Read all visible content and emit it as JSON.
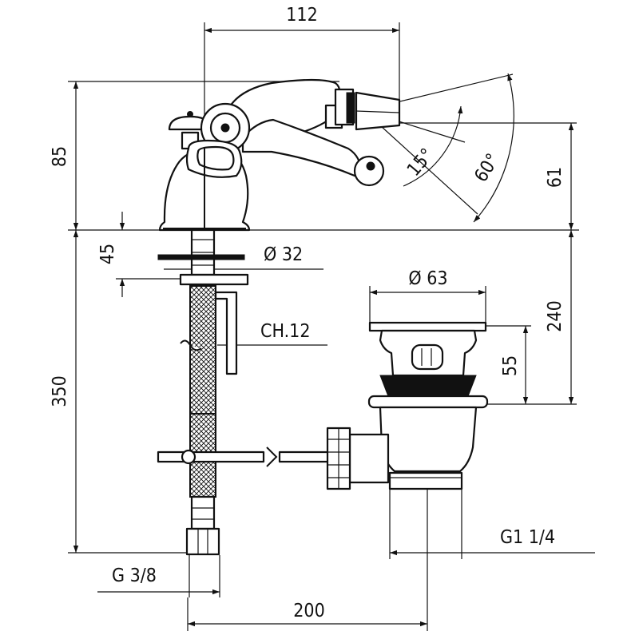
{
  "drawing": {
    "dimensions": {
      "spout_reach": "112",
      "height_85": "85",
      "height_61": "61",
      "angle_15": "15°",
      "angle_60": "60°",
      "height_45": "45",
      "diameter_32": "Ø 32",
      "diameter_63": "Ø 63",
      "height_240": "240",
      "wrench_size": "CH.12",
      "height_55": "55",
      "height_350": "350",
      "thread_g1_1_4": "G1 1/4",
      "thread_g_3_8": "G 3/8",
      "distance_200": "200"
    }
  }
}
